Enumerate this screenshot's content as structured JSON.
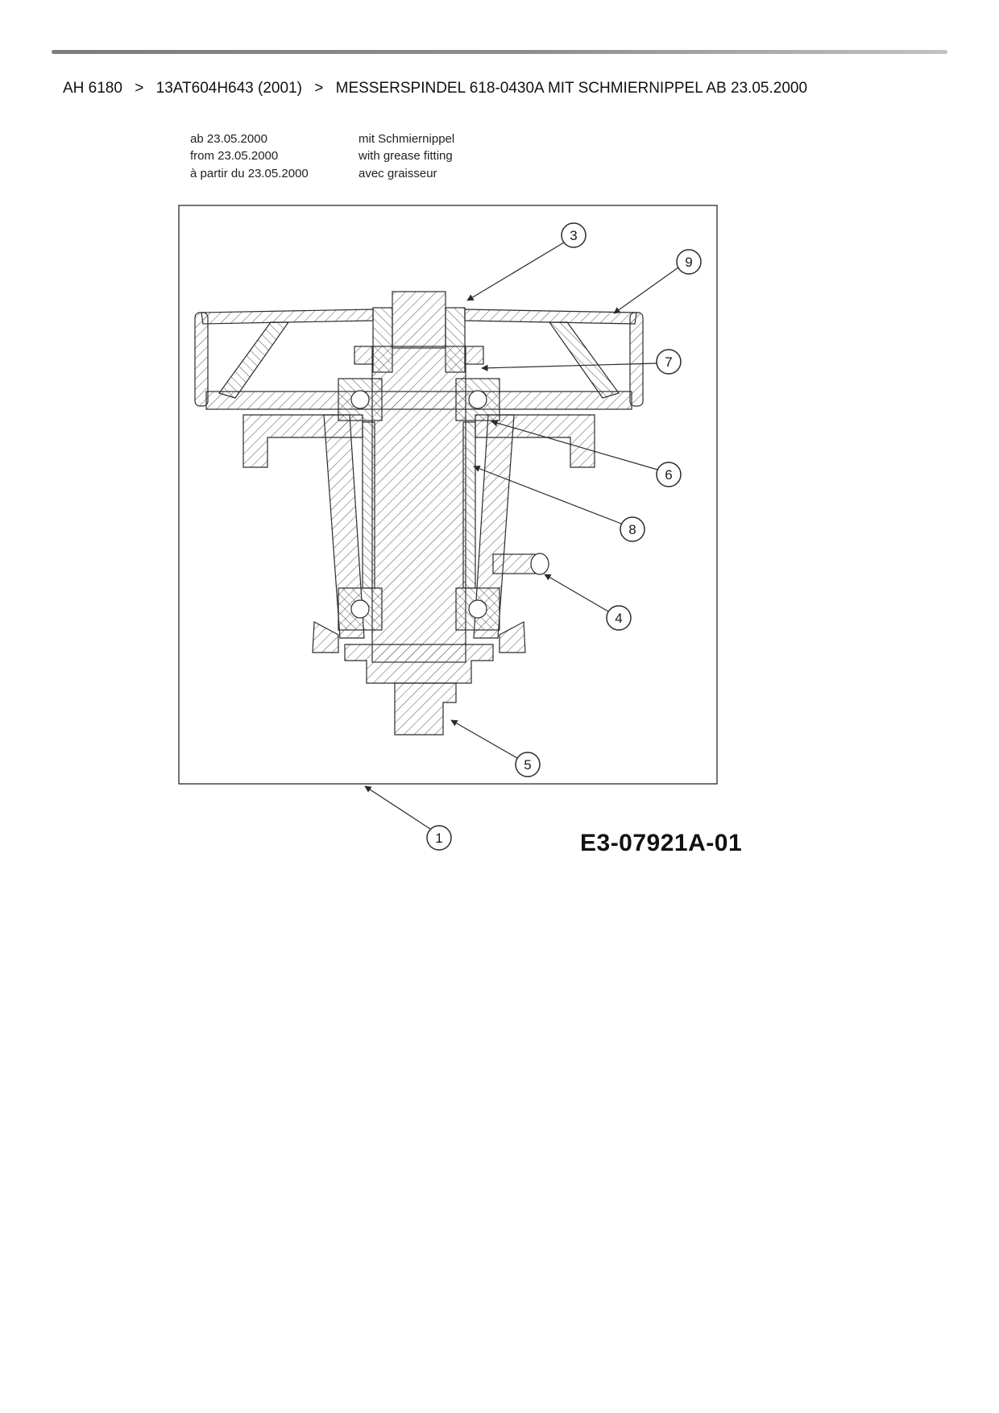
{
  "breadcrumb": {
    "separator": ">",
    "items": [
      "AH 6180",
      "13AT604H643 (2001)",
      "MESSERSPINDEL 618-0430A MIT SCHMIERNIPPEL AB 23.05.2000"
    ]
  },
  "notes": {
    "validity": [
      "ab 23.05.2000",
      "from 23.05.2000",
      "à partir du 23.05.2000"
    ],
    "feature": [
      "mit Schmiernippel",
      "with grease fitting",
      "avec graisseur"
    ]
  },
  "callouts": [
    "3",
    "9",
    "7",
    "6",
    "8",
    "4",
    "5",
    "1"
  ],
  "drawing_code": "E3-07921A-01",
  "colors": {
    "line": "#2b2b2b",
    "hatch": "#555555",
    "rule_dark": "#7d7d7d",
    "rule_light": "#c2c2c2"
  }
}
